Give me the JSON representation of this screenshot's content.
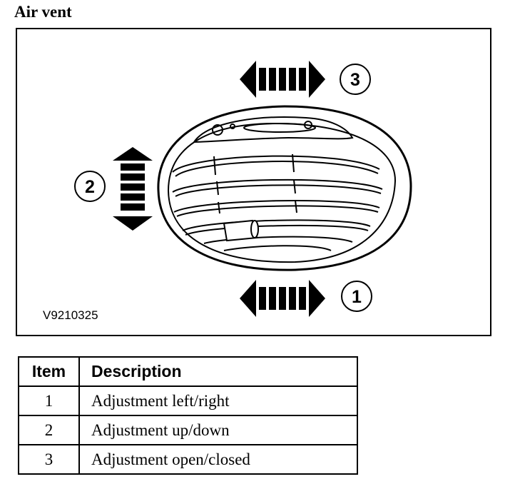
{
  "title": "Air vent",
  "figure": {
    "code": "V9210325",
    "callouts": [
      {
        "number": "1"
      },
      {
        "number": "2"
      },
      {
        "number": "3"
      }
    ]
  },
  "table": {
    "headers": {
      "item": "Item",
      "description": "Description"
    },
    "rows": [
      {
        "item": "1",
        "description": "Adjustment left/right"
      },
      {
        "item": "2",
        "description": "Adjustment up/down"
      },
      {
        "item": "3",
        "description": "Adjustment open/closed"
      }
    ]
  }
}
